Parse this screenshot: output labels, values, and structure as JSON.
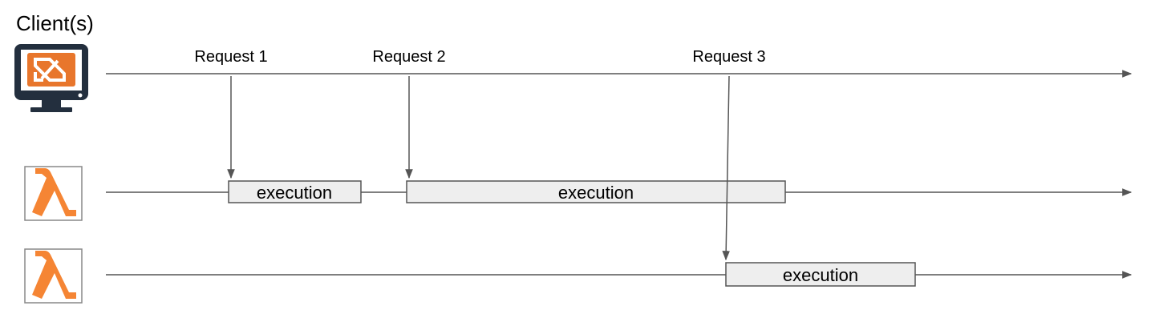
{
  "client": {
    "title": "Client(s)",
    "icon": "client-monitor-icon",
    "icon_color": "#E8762C",
    "monitor_color": "#232F3E"
  },
  "requests": [
    {
      "label": "Request 1"
    },
    {
      "label": "Request 2"
    },
    {
      "label": "Request 3"
    }
  ],
  "lambda_rows": [
    {
      "icon": "lambda-icon",
      "executions": [
        {
          "label": "execution"
        },
        {
          "label": "execution"
        }
      ]
    },
    {
      "icon": "lambda-icon",
      "executions": [
        {
          "label": "execution"
        }
      ]
    }
  ],
  "colors": {
    "timeline": "#555555",
    "arrow": "#555555",
    "execution_fill": "#EEEEEE",
    "execution_stroke": "#555555",
    "lambda_orange": "#F58534",
    "lambda_border": "#888888"
  }
}
